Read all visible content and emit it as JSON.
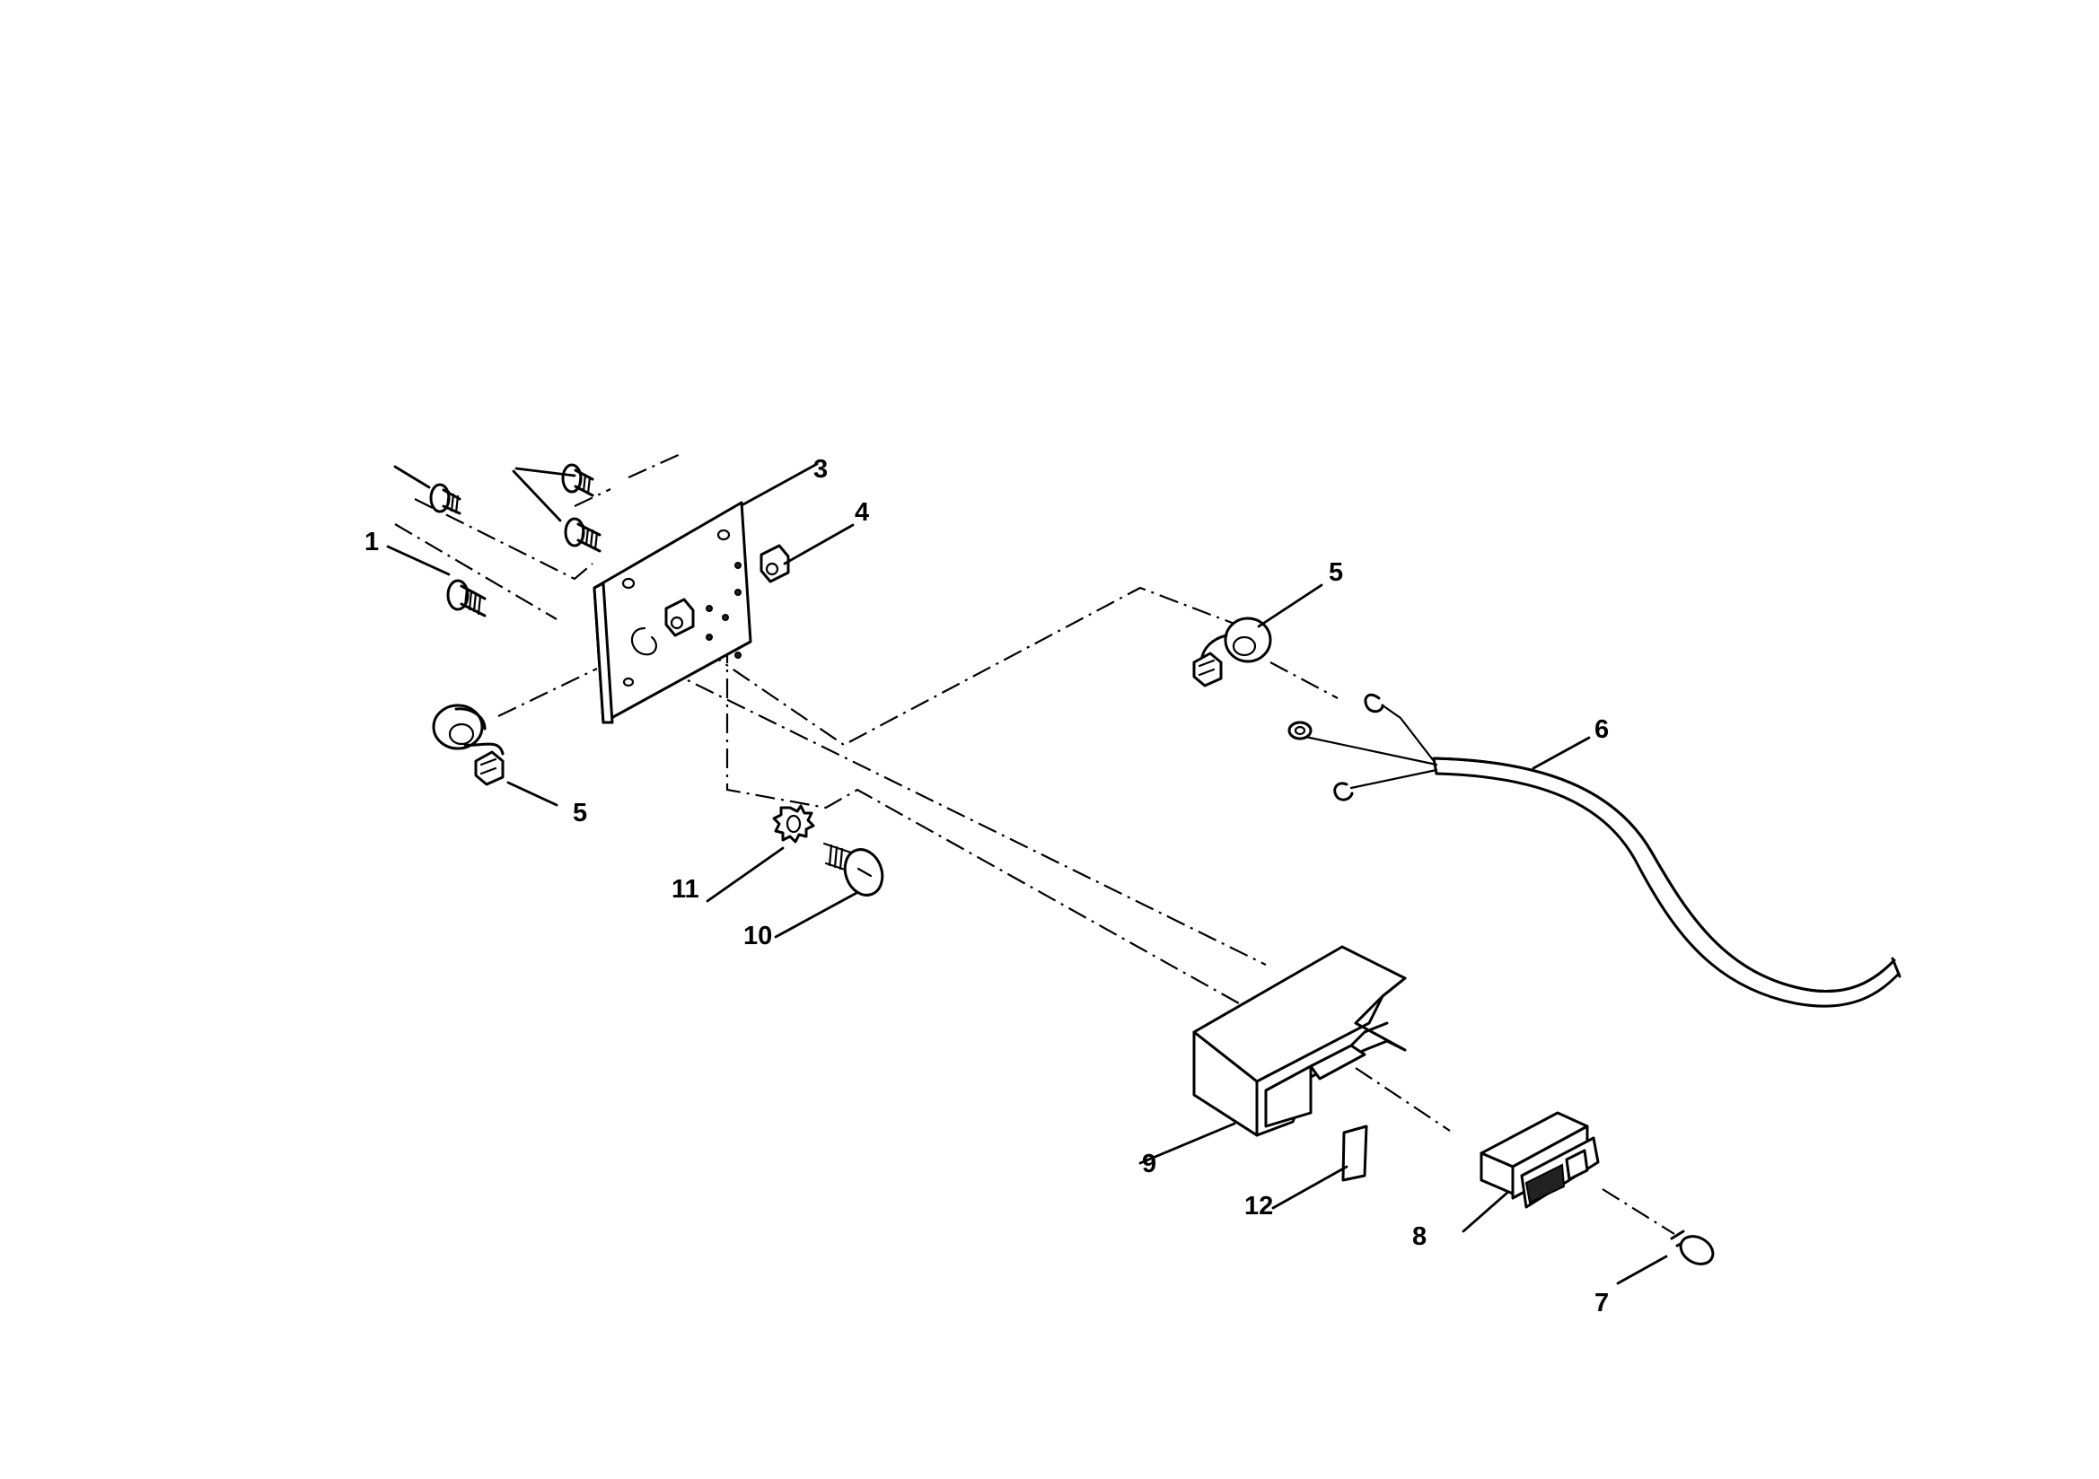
{
  "callouts": {
    "c1": "1",
    "c3": "3",
    "c4": "4",
    "c5a": "5",
    "c5b": "5",
    "c6": "6",
    "c7": "7",
    "c8": "8",
    "c9": "9",
    "c10": "10",
    "c11": "11",
    "c12": "12"
  }
}
